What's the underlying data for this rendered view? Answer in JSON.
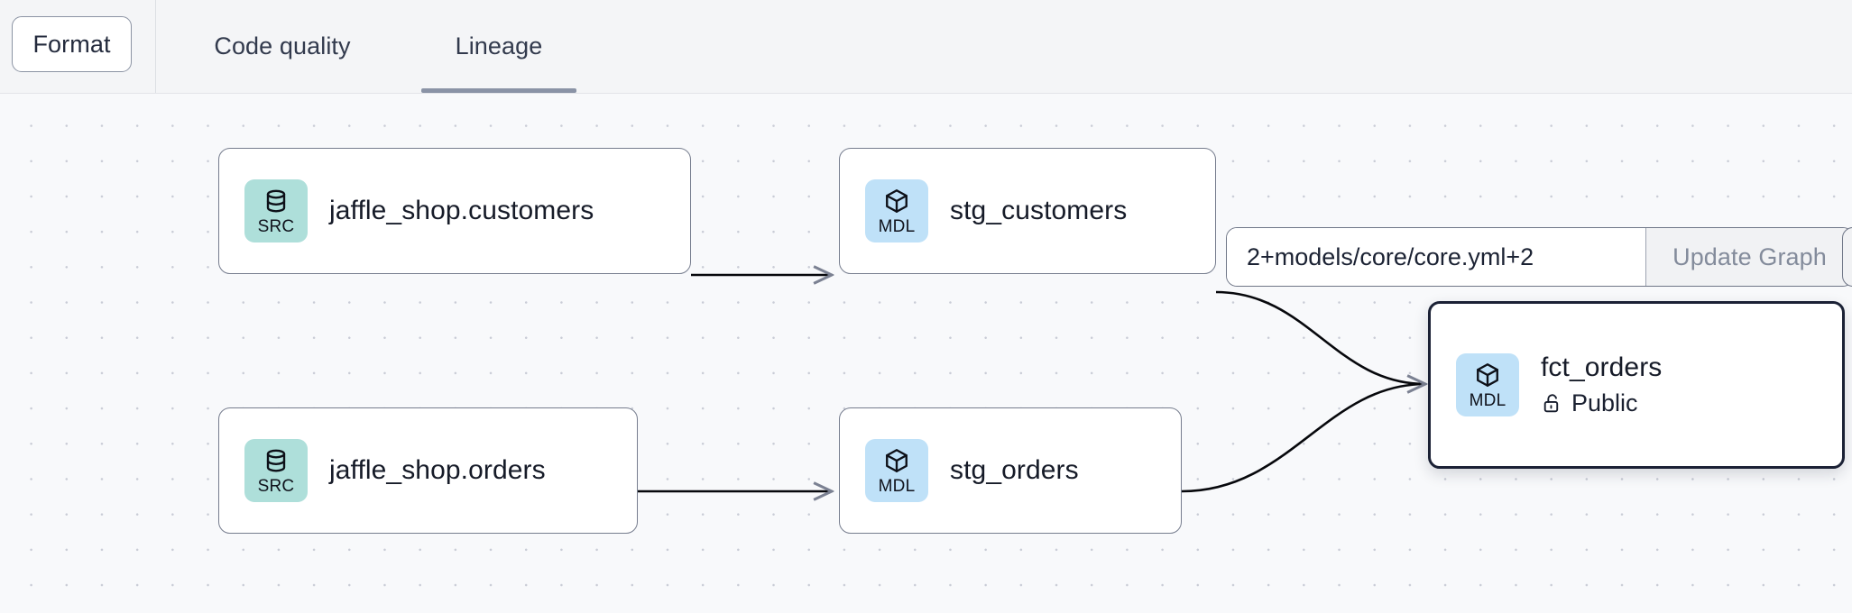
{
  "toolbar": {
    "format_label": "Format"
  },
  "tabs": [
    {
      "label": "Code quality",
      "active": false
    },
    {
      "label": "Lineage",
      "active": true
    }
  ],
  "graph_controls": {
    "selector_value": "2+models/core/core.yml+2",
    "selector_placeholder": "2+models/core/core.yml+2",
    "update_graph_label": "Update Graph"
  },
  "lineage": {
    "nodes": [
      {
        "id": "src_customers",
        "badge": "SRC",
        "badge_icon": "database-icon",
        "title": "jaffle_shop.customers",
        "subtitle": null,
        "selected": false
      },
      {
        "id": "stg_customers",
        "badge": "MDL",
        "badge_icon": "cube-icon",
        "title": "stg_customers",
        "subtitle": null,
        "selected": false
      },
      {
        "id": "src_orders",
        "badge": "SRC",
        "badge_icon": "database-icon",
        "title": "jaffle_shop.orders",
        "subtitle": null,
        "selected": false
      },
      {
        "id": "stg_orders",
        "badge": "MDL",
        "badge_icon": "cube-icon",
        "title": "stg_orders",
        "subtitle": null,
        "selected": false
      },
      {
        "id": "fct_orders",
        "badge": "MDL",
        "badge_icon": "cube-icon",
        "title": "fct_orders",
        "subtitle": "Public",
        "subtitle_icon": "unlock-icon",
        "selected": true
      }
    ]
  },
  "colors": {
    "src_badge": "#aedfda",
    "mdl_badge": "#bfe1f8",
    "canvas_bg": "#f8f9fb",
    "topbar_bg": "#f4f5f7",
    "node_border": "#767d8e",
    "selected_border": "#1b2135",
    "tab_underline": "#8a93a6",
    "edge": "#000000"
  }
}
